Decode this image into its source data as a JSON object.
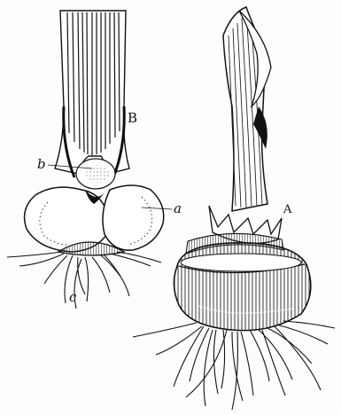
{
  "figure": {
    "labels": {
      "B": "B",
      "b": "b",
      "a": "a",
      "A": "A",
      "c": "c"
    }
  }
}
